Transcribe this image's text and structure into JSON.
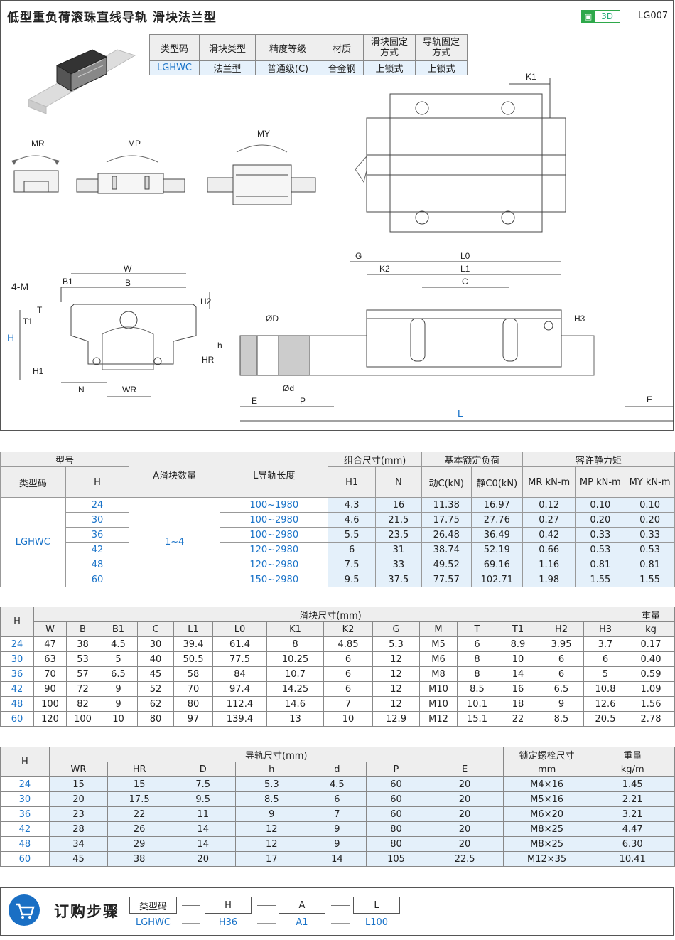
{
  "header": {
    "title": "低型重负荷滚珠直线导轨  滑块法兰型",
    "badge_3d": "3D",
    "code": "LG007"
  },
  "type_table": {
    "headers": [
      "类型码",
      "滑块类型",
      "精度等级",
      "材质",
      "滑块固定方式",
      "导轨固定方式"
    ],
    "values": [
      "LGHWC",
      "法兰型",
      "普通级(C)",
      "合金钢",
      "上锁式",
      "上锁式"
    ]
  },
  "moments": {
    "mr": "MR",
    "mp": "MP",
    "my": "MY"
  },
  "dims": {
    "k1": "K1",
    "w": "W",
    "b": "B",
    "b1": "B1",
    "four_m": "4-M",
    "h": "H",
    "t": "T",
    "t1": "T1",
    "h2": "H2",
    "h1": "H1",
    "n": "N",
    "wr": "WR",
    "g": "G",
    "k2": "K2",
    "l0": "L0",
    "l1": "L1",
    "c": "C",
    "h3": "H3",
    "od": "ØD",
    "hh": "h",
    "hr": "HR",
    "odd": "Ød",
    "e": "E",
    "p": "P",
    "l": "L",
    "e2": "E"
  },
  "table1": {
    "group_model": "型号",
    "type_code": "类型码",
    "h": "H",
    "a_qty": "A滑块数量",
    "l_len": "L导轨长度",
    "combo": "组合尺寸(mm)",
    "h1": "H1",
    "n": "N",
    "load": "基本额定负荷",
    "dyn": "动C(kN)",
    "stat": "静C0(kN)",
    "moment": "容许静力矩",
    "mr": "MR kN-m",
    "mp": "MP kN-m",
    "my": "MY kN-m",
    "type_value": "LGHWC",
    "a_value": "1~4",
    "rows": [
      [
        "24",
        "100~1980",
        "4.3",
        "16",
        "11.38",
        "16.97",
        "0.12",
        "0.10",
        "0.10"
      ],
      [
        "30",
        "100~2980",
        "4.6",
        "21.5",
        "17.75",
        "27.76",
        "0.27",
        "0.20",
        "0.20"
      ],
      [
        "36",
        "100~2980",
        "5.5",
        "23.5",
        "26.48",
        "36.49",
        "0.42",
        "0.33",
        "0.33"
      ],
      [
        "42",
        "120~2980",
        "6",
        "31",
        "38.74",
        "52.19",
        "0.66",
        "0.53",
        "0.53"
      ],
      [
        "48",
        "120~2980",
        "7.5",
        "33",
        "49.52",
        "69.16",
        "1.16",
        "0.81",
        "0.81"
      ],
      [
        "60",
        "150~2980",
        "9.5",
        "37.5",
        "77.57",
        "102.71",
        "1.98",
        "1.55",
        "1.55"
      ]
    ]
  },
  "table2": {
    "h": "H",
    "slider": "滑块尺寸(mm)",
    "weight": "重量",
    "kg": "kg",
    "cols": [
      "W",
      "B",
      "B1",
      "C",
      "L1",
      "L0",
      "K1",
      "K2",
      "G",
      "M",
      "T",
      "T1",
      "H2",
      "H3"
    ],
    "rows": [
      [
        "24",
        "47",
        "38",
        "4.5",
        "30",
        "39.4",
        "61.4",
        "8",
        "4.85",
        "5.3",
        "M5",
        "6",
        "8.9",
        "3.95",
        "3.7",
        "0.17"
      ],
      [
        "30",
        "63",
        "53",
        "5",
        "40",
        "50.5",
        "77.5",
        "10.25",
        "6",
        "12",
        "M6",
        "8",
        "10",
        "6",
        "6",
        "0.40"
      ],
      [
        "36",
        "70",
        "57",
        "6.5",
        "45",
        "58",
        "84",
        "10.7",
        "6",
        "12",
        "M8",
        "8",
        "14",
        "6",
        "5",
        "0.59"
      ],
      [
        "42",
        "90",
        "72",
        "9",
        "52",
        "70",
        "97.4",
        "14.25",
        "6",
        "12",
        "M10",
        "8.5",
        "16",
        "6.5",
        "10.8",
        "1.09"
      ],
      [
        "48",
        "100",
        "82",
        "9",
        "62",
        "80",
        "112.4",
        "14.6",
        "7",
        "12",
        "M10",
        "10.1",
        "18",
        "9",
        "12.6",
        "1.56"
      ],
      [
        "60",
        "120",
        "100",
        "10",
        "80",
        "97",
        "139.4",
        "13",
        "10",
        "12.9",
        "M12",
        "15.1",
        "22",
        "8.5",
        "20.5",
        "2.78"
      ]
    ]
  },
  "table3": {
    "h": "H",
    "rail": "导轨尺寸(mm)",
    "bolt": "锁定螺栓尺寸",
    "weight": "重量",
    "mm": "mm",
    "kgm": "kg/m",
    "cols": [
      "WR",
      "HR",
      "D",
      "h",
      "d",
      "P",
      "E"
    ],
    "rows": [
      [
        "24",
        "15",
        "15",
        "7.5",
        "5.3",
        "4.5",
        "60",
        "20",
        "M4×16",
        "1.45"
      ],
      [
        "30",
        "20",
        "17.5",
        "9.5",
        "8.5",
        "6",
        "60",
        "20",
        "M5×16",
        "2.21"
      ],
      [
        "36",
        "23",
        "22",
        "11",
        "9",
        "7",
        "60",
        "20",
        "M6×20",
        "3.21"
      ],
      [
        "42",
        "28",
        "26",
        "14",
        "12",
        "9",
        "80",
        "20",
        "M8×25",
        "4.47"
      ],
      [
        "48",
        "34",
        "29",
        "14",
        "12",
        "9",
        "80",
        "20",
        "M8×25",
        "6.30"
      ],
      [
        "60",
        "45",
        "38",
        "20",
        "17",
        "14",
        "105",
        "22.5",
        "M12×35",
        "10.41"
      ]
    ]
  },
  "order": {
    "title": "订购步骤",
    "labels": [
      "类型码",
      "H",
      "A",
      "L"
    ],
    "values": [
      "LGHWC",
      "H36",
      "A1",
      "L100"
    ]
  }
}
